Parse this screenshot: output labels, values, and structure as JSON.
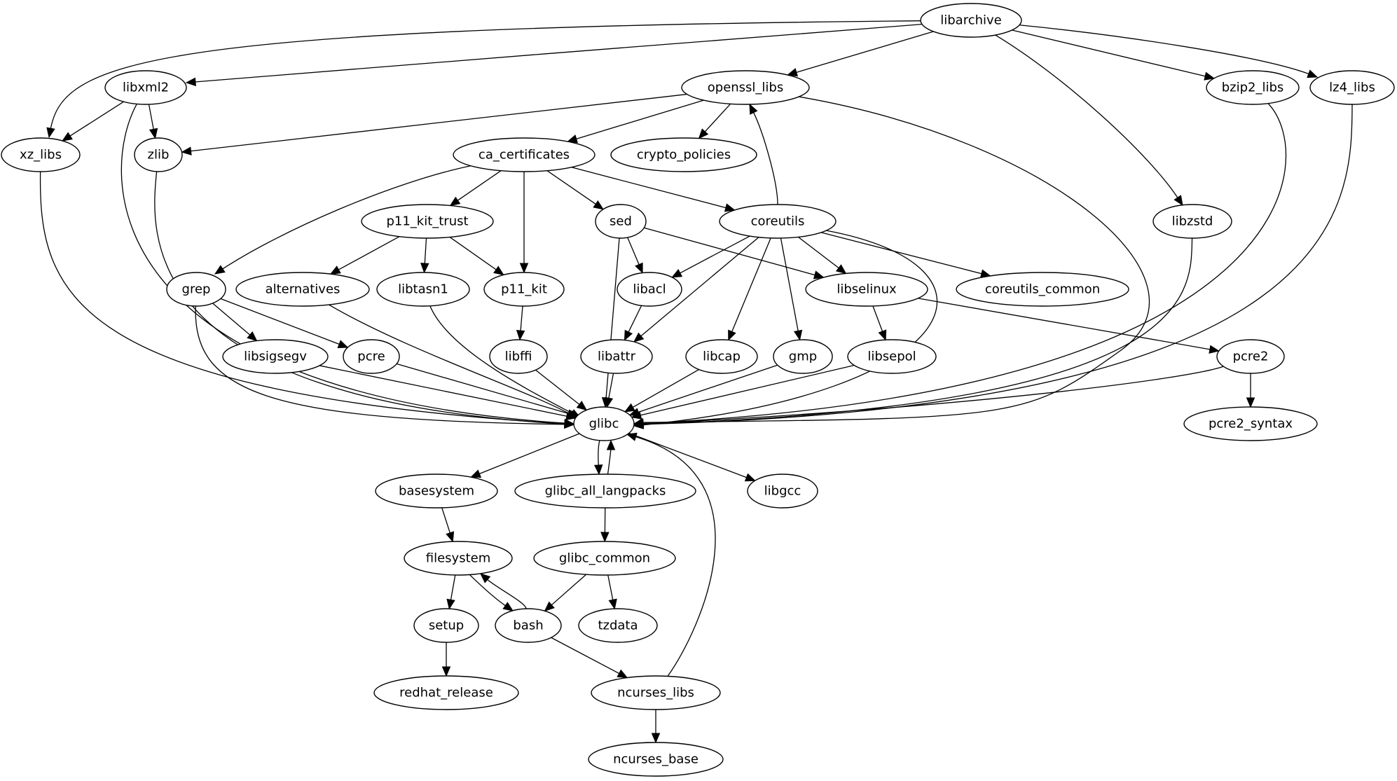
{
  "graph": {
    "type": "directed-dependency-graph",
    "colors": {
      "node_fill": "#ffffff",
      "stroke": "#000000",
      "text": "#000000",
      "background": "#ffffff"
    },
    "nodes": [
      {
        "id": "libarchive",
        "label": "libarchive"
      },
      {
        "id": "libxml2",
        "label": "libxml2"
      },
      {
        "id": "openssl_libs",
        "label": "openssl_libs"
      },
      {
        "id": "bzip2_libs",
        "label": "bzip2_libs"
      },
      {
        "id": "lz4_libs",
        "label": "lz4_libs"
      },
      {
        "id": "xz_libs",
        "label": "xz_libs"
      },
      {
        "id": "zlib",
        "label": "zlib"
      },
      {
        "id": "ca_certificates",
        "label": "ca_certificates"
      },
      {
        "id": "crypto_policies",
        "label": "crypto_policies"
      },
      {
        "id": "p11_kit_trust",
        "label": "p11_kit_trust"
      },
      {
        "id": "sed",
        "label": "sed"
      },
      {
        "id": "coreutils",
        "label": "coreutils"
      },
      {
        "id": "libzstd",
        "label": "libzstd"
      },
      {
        "id": "grep",
        "label": "grep"
      },
      {
        "id": "alternatives",
        "label": "alternatives"
      },
      {
        "id": "libtasn1",
        "label": "libtasn1"
      },
      {
        "id": "p11_kit",
        "label": "p11_kit"
      },
      {
        "id": "libacl",
        "label": "libacl"
      },
      {
        "id": "libselinux",
        "label": "libselinux"
      },
      {
        "id": "coreutils_common",
        "label": "coreutils_common"
      },
      {
        "id": "libsigsegv",
        "label": "libsigsegv"
      },
      {
        "id": "pcre",
        "label": "pcre"
      },
      {
        "id": "libffi",
        "label": "libffi"
      },
      {
        "id": "libattr",
        "label": "libattr"
      },
      {
        "id": "libcap",
        "label": "libcap"
      },
      {
        "id": "gmp",
        "label": "gmp"
      },
      {
        "id": "libsepol",
        "label": "libsepol"
      },
      {
        "id": "pcre2",
        "label": "pcre2"
      },
      {
        "id": "glibc",
        "label": "glibc"
      },
      {
        "id": "pcre2_syntax",
        "label": "pcre2_syntax"
      },
      {
        "id": "basesystem",
        "label": "basesystem"
      },
      {
        "id": "glibc_all_langpacks",
        "label": "glibc_all_langpacks"
      },
      {
        "id": "libgcc",
        "label": "libgcc"
      },
      {
        "id": "filesystem",
        "label": "filesystem"
      },
      {
        "id": "glibc_common",
        "label": "glibc_common"
      },
      {
        "id": "setup",
        "label": "setup"
      },
      {
        "id": "bash",
        "label": "bash"
      },
      {
        "id": "tzdata",
        "label": "tzdata"
      },
      {
        "id": "redhat_release",
        "label": "redhat_release"
      },
      {
        "id": "ncurses_libs",
        "label": "ncurses_libs"
      },
      {
        "id": "ncurses_base",
        "label": "ncurses_base"
      }
    ],
    "edges": [
      {
        "from": "libarchive",
        "to": "xz_libs"
      },
      {
        "from": "libarchive",
        "to": "libxml2"
      },
      {
        "from": "libarchive",
        "to": "openssl_libs"
      },
      {
        "from": "libarchive",
        "to": "bzip2_libs"
      },
      {
        "from": "libarchive",
        "to": "lz4_libs"
      },
      {
        "from": "libarchive",
        "to": "libzstd"
      },
      {
        "from": "libxml2",
        "to": "xz_libs"
      },
      {
        "from": "libxml2",
        "to": "zlib"
      },
      {
        "from": "libxml2",
        "to": "glibc"
      },
      {
        "from": "openssl_libs",
        "to": "zlib"
      },
      {
        "from": "openssl_libs",
        "to": "ca_certificates"
      },
      {
        "from": "openssl_libs",
        "to": "crypto_policies"
      },
      {
        "from": "openssl_libs",
        "to": "glibc"
      },
      {
        "from": "bzip2_libs",
        "to": "glibc"
      },
      {
        "from": "lz4_libs",
        "to": "glibc"
      },
      {
        "from": "xz_libs",
        "to": "glibc"
      },
      {
        "from": "zlib",
        "to": "glibc"
      },
      {
        "from": "ca_certificates",
        "to": "grep"
      },
      {
        "from": "ca_certificates",
        "to": "p11_kit_trust"
      },
      {
        "from": "ca_certificates",
        "to": "p11_kit"
      },
      {
        "from": "ca_certificates",
        "to": "sed"
      },
      {
        "from": "ca_certificates",
        "to": "coreutils"
      },
      {
        "from": "coreutils",
        "to": "openssl_libs"
      },
      {
        "from": "p11_kit_trust",
        "to": "alternatives"
      },
      {
        "from": "p11_kit_trust",
        "to": "libtasn1"
      },
      {
        "from": "p11_kit_trust",
        "to": "p11_kit"
      },
      {
        "from": "sed",
        "to": "libacl"
      },
      {
        "from": "sed",
        "to": "libselinux"
      },
      {
        "from": "sed",
        "to": "glibc"
      },
      {
        "from": "coreutils",
        "to": "libacl"
      },
      {
        "from": "coreutils",
        "to": "libattr"
      },
      {
        "from": "coreutils",
        "to": "libcap"
      },
      {
        "from": "coreutils",
        "to": "gmp"
      },
      {
        "from": "coreutils",
        "to": "libselinux"
      },
      {
        "from": "coreutils",
        "to": "coreutils_common"
      },
      {
        "from": "coreutils",
        "to": "glibc"
      },
      {
        "from": "libzstd",
        "to": "glibc"
      },
      {
        "from": "grep",
        "to": "libsigsegv"
      },
      {
        "from": "grep",
        "to": "pcre"
      },
      {
        "from": "grep",
        "to": "glibc"
      },
      {
        "from": "alternatives",
        "to": "glibc"
      },
      {
        "from": "libtasn1",
        "to": "glibc"
      },
      {
        "from": "p11_kit",
        "to": "libffi"
      },
      {
        "from": "libacl",
        "to": "libattr"
      },
      {
        "from": "libselinux",
        "to": "libsepol"
      },
      {
        "from": "libselinux",
        "to": "pcre2"
      },
      {
        "from": "libsigsegv",
        "to": "glibc"
      },
      {
        "from": "pcre",
        "to": "glibc"
      },
      {
        "from": "libffi",
        "to": "glibc"
      },
      {
        "from": "libattr",
        "to": "glibc"
      },
      {
        "from": "libcap",
        "to": "glibc"
      },
      {
        "from": "gmp",
        "to": "glibc"
      },
      {
        "from": "libsepol",
        "to": "glibc"
      },
      {
        "from": "pcre2",
        "to": "glibc"
      },
      {
        "from": "pcre2",
        "to": "pcre2_syntax"
      },
      {
        "from": "glibc",
        "to": "basesystem"
      },
      {
        "from": "glibc",
        "to": "glibc_all_langpacks"
      },
      {
        "from": "glibc_all_langpacks",
        "to": "glibc"
      },
      {
        "from": "glibc",
        "to": "libgcc"
      },
      {
        "from": "basesystem",
        "to": "filesystem"
      },
      {
        "from": "glibc_all_langpacks",
        "to": "glibc_common"
      },
      {
        "from": "filesystem",
        "to": "setup"
      },
      {
        "from": "filesystem",
        "to": "bash"
      },
      {
        "from": "bash",
        "to": "filesystem"
      },
      {
        "from": "glibc_common",
        "to": "bash"
      },
      {
        "from": "glibc_common",
        "to": "tzdata"
      },
      {
        "from": "setup",
        "to": "redhat_release"
      },
      {
        "from": "bash",
        "to": "ncurses_libs"
      },
      {
        "from": "ncurses_libs",
        "to": "glibc"
      },
      {
        "from": "ncurses_libs",
        "to": "ncurses_base"
      }
    ]
  }
}
